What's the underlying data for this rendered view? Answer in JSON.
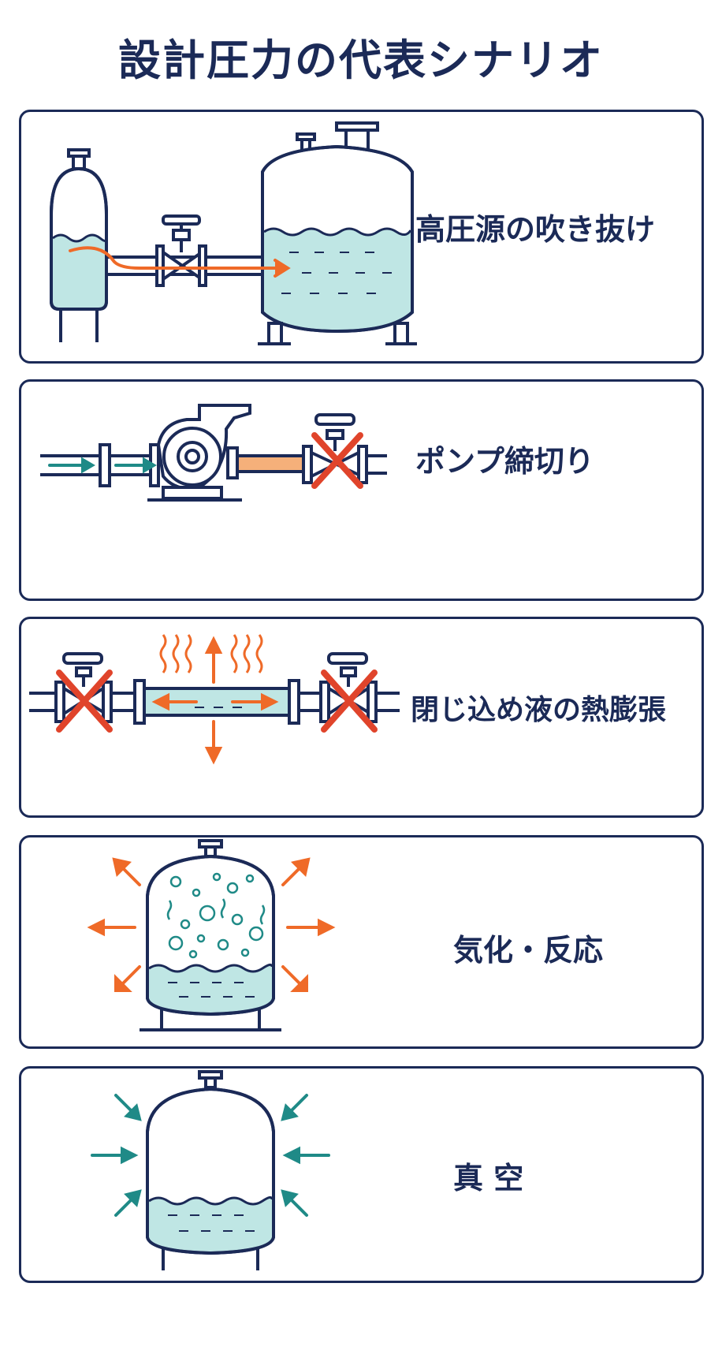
{
  "page": {
    "title": "設計圧力の代表シナリオ"
  },
  "scenarios": [
    {
      "label": "高圧源の吹き抜け"
    },
    {
      "label": "ポンプ締切り"
    },
    {
      "label": "閉じ込め液の熱膨張"
    },
    {
      "label": "気化・反応"
    },
    {
      "label": "真 空"
    }
  ],
  "colors": {
    "navy": "#1b2a57",
    "liquid": "#bfe6e4",
    "orange": "#ef6a28",
    "teal": "#1f8a87",
    "red": "#e0442b"
  }
}
